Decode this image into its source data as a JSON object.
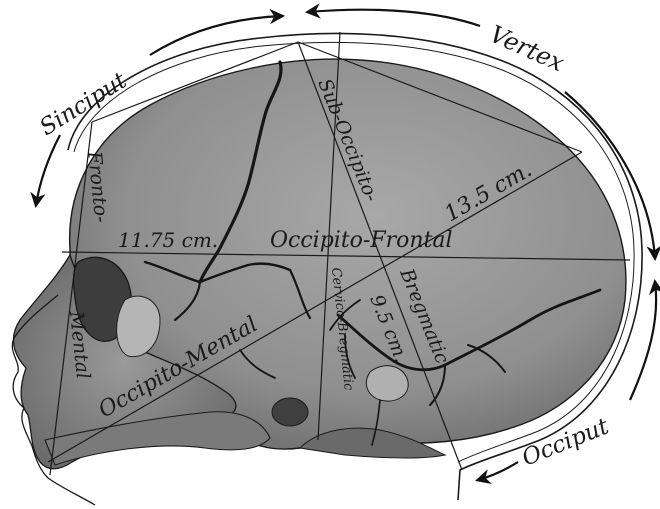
{
  "figure": {
    "regions": {
      "sinciput": "Sinciput",
      "vertex": "Vertex",
      "occiput": "Occiput"
    },
    "diameters": {
      "fronto_mental_line1": "Fronto-",
      "fronto_mental_line2": "Mental",
      "occipito_frontal": "Occipito-Frontal",
      "occipito_frontal_value": "11.75 cm.",
      "occipito_mental": "Occipito-Mental",
      "occipito_mental_value": "13.5 cm.",
      "sub_occipito_bregmatic_line1": "Sub-Occipito-",
      "sub_occipito_bregmatic_line2": "Bregmatic",
      "sub_occipito_bregmatic_value": "9.5 cm.",
      "cervico_bregmatic": "Cervico-Bregmatic"
    },
    "colors": {
      "skull_fill": "#8e8e8e",
      "skull_dark": "#5a5a5a",
      "outline": "#1a1a1a",
      "background": "#ffffff"
    }
  }
}
